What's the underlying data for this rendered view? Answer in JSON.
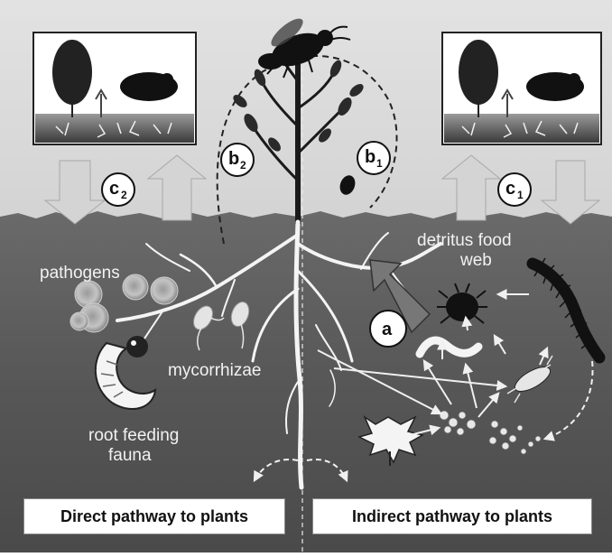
{
  "labels": {
    "pathogens": "pathogens",
    "mycorrhizae": "mycorrhizae",
    "root_feeding_1": "root feeding",
    "root_feeding_2": "fauna",
    "detritus_1": "detritus food",
    "detritus_2": "web"
  },
  "circles": {
    "a": "a",
    "b2_main": "b",
    "b2_sub": "2",
    "b1_main": "b",
    "b1_sub": "1",
    "c2_main": "c",
    "c2_sub": "2",
    "c1_main": "c",
    "c1_sub": "1"
  },
  "pathways": {
    "direct": "Direct pathway to plants",
    "indirect": "Indirect pathway to plants"
  },
  "colors": {
    "sky": "#cfcfcf",
    "soil": "#5a5a5a",
    "soil_dark": "#3c3c3c",
    "root": "#f4f4f4",
    "label": "#f2f2f2"
  },
  "icons": [
    "plant-community-icon",
    "tree-icon",
    "wasp-icon",
    "grub-icon",
    "millipede-icon",
    "mite-icon",
    "worm-icon",
    "springtail-icon",
    "leaf-icon"
  ]
}
